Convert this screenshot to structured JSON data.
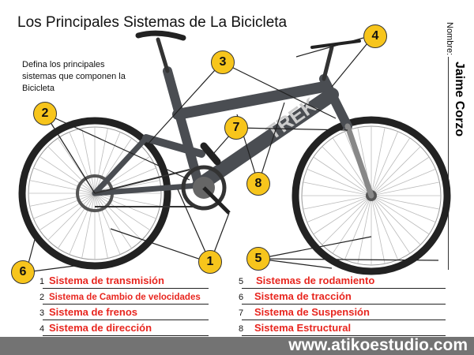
{
  "title": "Los Principales Sistemas de La Bicicleta",
  "instructions": "Defina los principales sistemas que componen la Bicicleta",
  "name_label": "Nombre:",
  "name_value": "Jaime Corzo",
  "frame_brand": "TREK",
  "callouts": [
    "1",
    "2",
    "3",
    "4",
    "5",
    "6",
    "7",
    "8"
  ],
  "items": [
    {
      "num": "1",
      "label": "Sistema de transmisión"
    },
    {
      "num": "2",
      "label": "Sistema de Cambio de velocidades"
    },
    {
      "num": "3",
      "label": "Sistema de frenos"
    },
    {
      "num": "4",
      "label": "Sistema de dirección"
    },
    {
      "num": "5",
      "label": "Sistemas de rodamiento"
    },
    {
      "num": "6",
      "label": "Sistema de tracción"
    },
    {
      "num": "7",
      "label": "Sistema de Suspensión"
    },
    {
      "num": "8",
      "label": "Sistema Estructural"
    }
  ],
  "footer": "www.atikoestudio.com",
  "colors": {
    "label_red": "#e8261f",
    "callout_yellow": "#f7c51c",
    "frame_gray": "#4a4d52"
  }
}
